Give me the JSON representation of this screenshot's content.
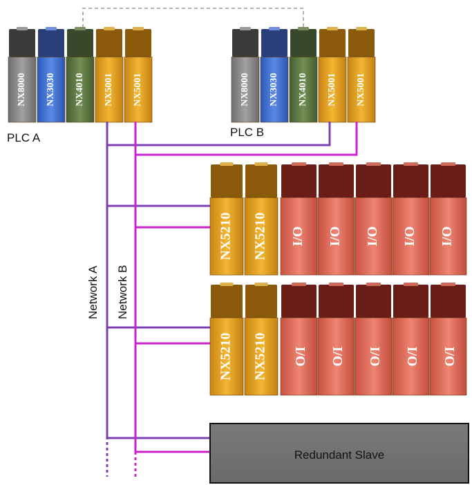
{
  "plc_a": {
    "label": "PLC A",
    "modules": [
      {
        "name": "NX8000",
        "color": "gray"
      },
      {
        "name": "NX3030",
        "color": "blue"
      },
      {
        "name": "NX4010",
        "color": "green"
      },
      {
        "name": "NX5001",
        "color": "gold"
      },
      {
        "name": "NX5001",
        "color": "gold"
      }
    ]
  },
  "plc_b": {
    "label": "PLC B",
    "modules": [
      {
        "name": "NX8000",
        "color": "gray"
      },
      {
        "name": "NX3030",
        "color": "blue"
      },
      {
        "name": "NX4010",
        "color": "green"
      },
      {
        "name": "NX5001",
        "color": "gold"
      },
      {
        "name": "NX5001",
        "color": "gold"
      }
    ]
  },
  "remote_racks": [
    {
      "heads": [
        "NX5210",
        "NX5210"
      ],
      "io": [
        "I/O",
        "I/O",
        "I/O",
        "I/O",
        "I/O"
      ]
    },
    {
      "heads": [
        "NX5210",
        "NX5210"
      ],
      "io": [
        "I/O",
        "I/O",
        "I/O",
        "I/O",
        "I/O"
      ]
    }
  ],
  "networks": {
    "a": {
      "label": "Network A",
      "color": "#7b3fb3"
    },
    "b": {
      "label": "Network B",
      "color": "#cc22cc"
    }
  },
  "redundant_slave": {
    "label": "Redundant Slave"
  },
  "colors": {
    "gray": "#8f8f8f",
    "blue": "#3f74d6",
    "green": "#5e7a42",
    "gold": "#e6a21c",
    "io_red": "#e06a58"
  }
}
